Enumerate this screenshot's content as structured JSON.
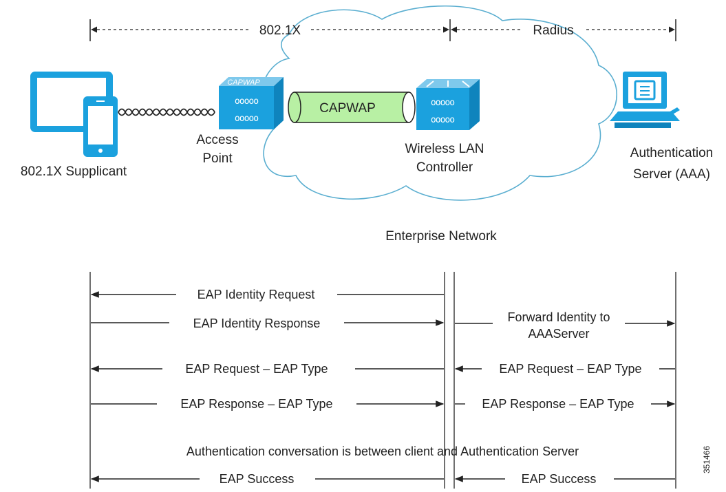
{
  "top": {
    "span_left_label": "802.1X",
    "span_right_label": "Radius"
  },
  "nodes": {
    "supplicant": "802.1X Supplicant",
    "ap_line1": "Access",
    "ap_line2": "Point",
    "ap_badge": "CAPWAP",
    "tunnel": "CAPWAP",
    "wlc_line1": "Wireless LAN",
    "wlc_line2": "Controller",
    "aaa_line1": "Authentication",
    "aaa_line2": "Server  (AAA)",
    "cloud": "Enterprise Network"
  },
  "sequence": {
    "eap_identity_request": "EAP Identity Request",
    "eap_identity_response": "EAP Identity Response",
    "forward_line1": "Forward Identity to",
    "forward_line2": "AAAServer",
    "eap_request_left": "EAP Request – EAP Type",
    "eap_request_right": "EAP Request – EAP Type",
    "eap_response_left": "EAP Response – EAP Type",
    "eap_response_right": "EAP Response – EAP Type",
    "conversation": "Authentication conversation is between client and Authentication Server",
    "eap_success_left": "EAP Success",
    "eap_success_right": "EAP Success"
  },
  "figure_id": "351466",
  "colors": {
    "device_blue": "#1ba1de",
    "cloud_outline": "#5aaed0",
    "tunnel_green": "#b8f0a4",
    "line": "#222222"
  },
  "icons": {
    "tablet": "tablet-icon",
    "phone": "phone-icon",
    "access_point": "access-point-icon",
    "controller": "controller-icon",
    "server": "server-computer-icon"
  }
}
